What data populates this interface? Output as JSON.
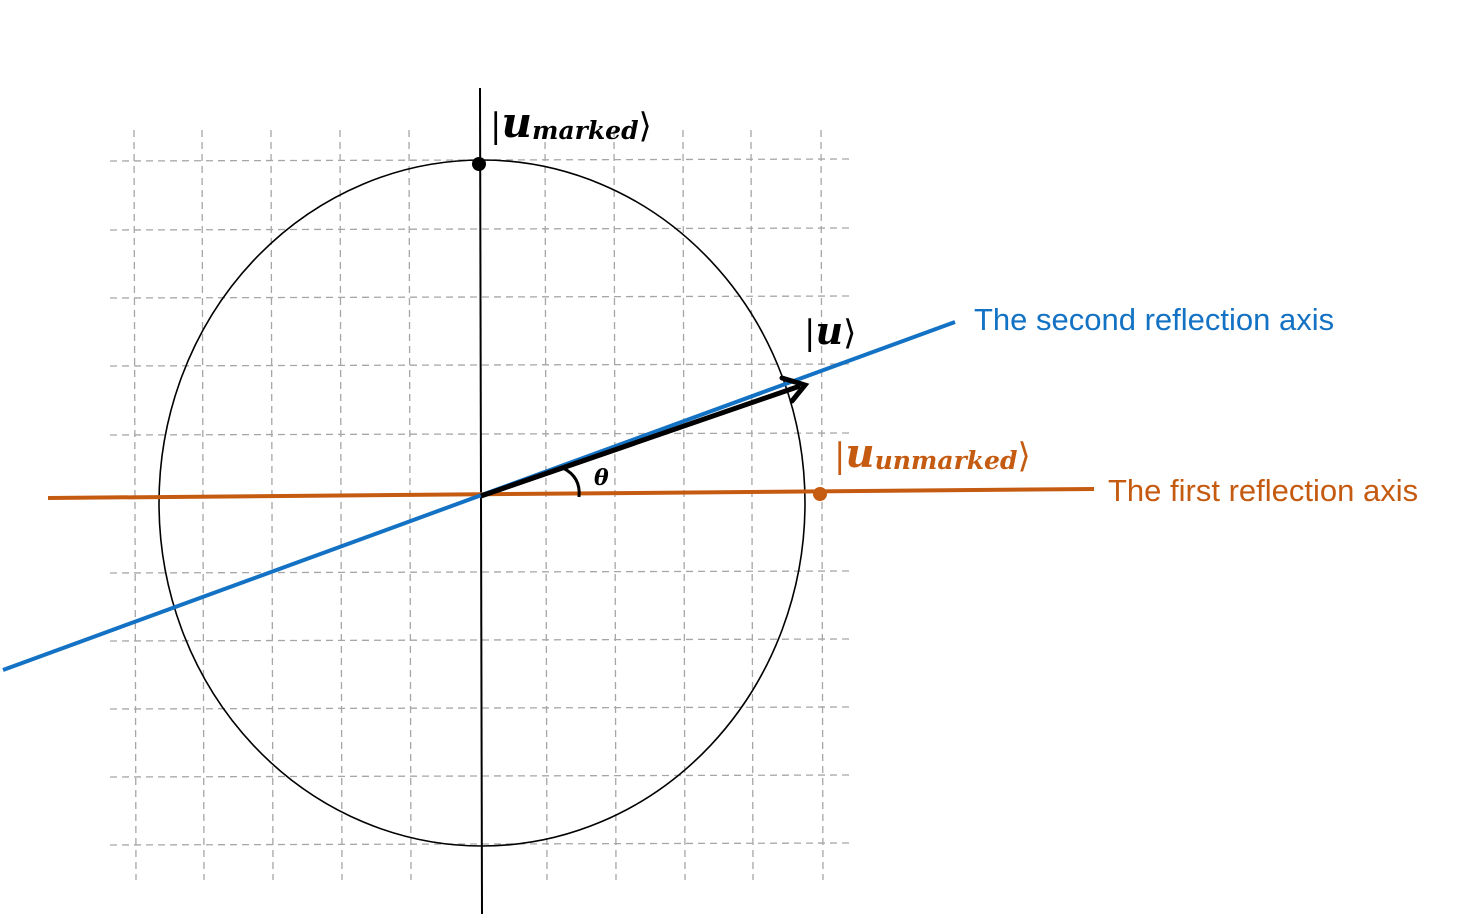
{
  "labels": {
    "marked_ket": {
      "open": "|",
      "symbol": "u",
      "subscript": "marked",
      "close": "⟩"
    },
    "u_ket": {
      "open": "|",
      "symbol": "u",
      "close": "⟩"
    },
    "unmarked_ket": {
      "open": "|",
      "symbol": "u",
      "subscript": "unmarked",
      "close": "⟩"
    },
    "theta": "θ",
    "second_axis": "The second reflection axis",
    "first_axis": "The first reflection axis"
  },
  "colors": {
    "second_axis": "#1472c4",
    "first_axis": "#c55a11",
    "circle": "#000000",
    "grid": "#a6a6a6",
    "vector": "#000000"
  }
}
